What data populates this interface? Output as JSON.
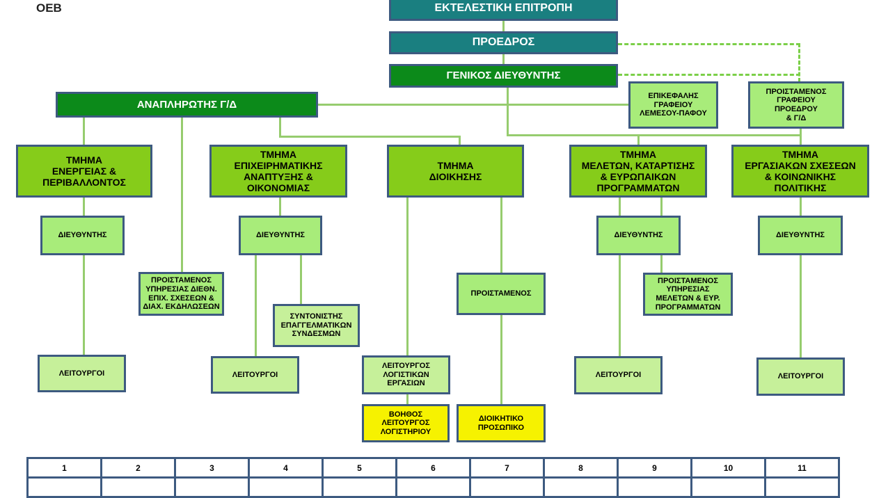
{
  "logo": "ΟΕΒ",
  "top": {
    "executive_committee": "ΕΚΤΕΛΕΣΤΙΚΗ ΕΠΙΤΡΟΠΗ",
    "president": "ΠΡΟΕΔΡΟΣ",
    "director_general": "ΓΕΝΙΚΟΣ ΔΙΕΥΘΥΝΤΗΣ",
    "deputy_director_general": "ΑΝΑΠΛΗΡΩΤΗΣ Γ/Δ"
  },
  "offices": {
    "limassol_paphos": "ΕΠΙΚΕΦΑΛΗΣ\nΓΡΑΦΕΙΟΥ\nΛΕΜΕΣΟΥ-ΠΑΦΟΥ",
    "president_office": "ΠΡΟΙΣΤΑΜΕΝΟΣ\nΓΡΑΦΕΙΟΥ\nΠΡΟΕΔΡΟΥ\n& Γ/Δ"
  },
  "departments": {
    "energy": "ΤΜΗΜΑ\nΕΝΕΡΓΕΙΑΣ &\nΠΕΡΙΒΑΛΛΟΝΤΟΣ",
    "business": "ΤΜΗΜΑ\nΕΠΙΧΕΙΡΗΜΑΤΙΚΗΣ\nΑΝΑΠΤΥΞΗΣ &\nΟΙΚΟΝΟΜΙΑΣ",
    "administration": "ΤΜΗΜΑ\nΔΙΟΙΚΗΣΗΣ",
    "studies": "ΤΜΗΜΑ\nΜΕΛΕΤΩΝ, ΚΑΤΑΡΤΙΣΗΣ\n& ΕΥΡΩΠΑΙΚΩΝ\nΠΡΟΓΡΑΜΜΑΤΩΝ",
    "labour": "ΤΜΗΜΑ\nΕΡΓΑΣΙΑΚΩΝ ΣΧΕΣΕΩΝ\n& ΚΟΙΝΩΝΙΚΗΣ\nΠΟΛΙΤΙΚΗΣ"
  },
  "roles": {
    "director": "ΔΙΕΥΘΥΝΤΗΣ",
    "officers": "ΛΕΙΤΟΥΡΓΟΙ",
    "head": "ΠΡΟΙΣΤΑΜΕΝΟΣ",
    "head_international": "ΠΡΟΙΣΤΑΜΕΝΟΣ\nΥΠΗΡΕΣΙΑΣ ΔΙΕΘΝ.\nΕΠΙΧ. ΣΧΕΣΕΩΝ &\nΔΙΑΧ. ΕΚΔΗΛΩΣΕΩΝ",
    "coordinator": "ΣΥΝΤΟΝΙΣΤΗΣ\nΕΠΑΓΓΕΛΜΑΤΙΚΩΝ\nΣΥΝΔΕΣΜΩΝ",
    "accounting_officer": "ΛΕΙΤΟΥΡΓΟΣ\nΛΟΓΙΣΤΙΚΩΝ\nΕΡΓΑΣΙΩΝ",
    "assistant_accounting": "ΒΟΗΘΟΣ\nΛΕΙΤΟΥΡΓΟΣ\nΛΟΓΙΣΤΗΡΙΟΥ",
    "admin_staff": "ΔΙΟΙΚΗΤΙΚΟ\nΠΡΟΣΩΠΙΚΟ",
    "head_eu_programs": "ΠΡΟΙΣΤΑΜΕΝΟΣ\nΥΠΗΡΕΣΙΑΣ\nΜΕΛΕΤΩΝ & ΕΥΡ.\nΠΡΟΓΡΑΜΜΑΤΩΝ"
  },
  "table": {
    "numbers": [
      "1",
      "2",
      "3",
      "4",
      "5",
      "6",
      "7",
      "8",
      "9",
      "10",
      "11"
    ]
  }
}
